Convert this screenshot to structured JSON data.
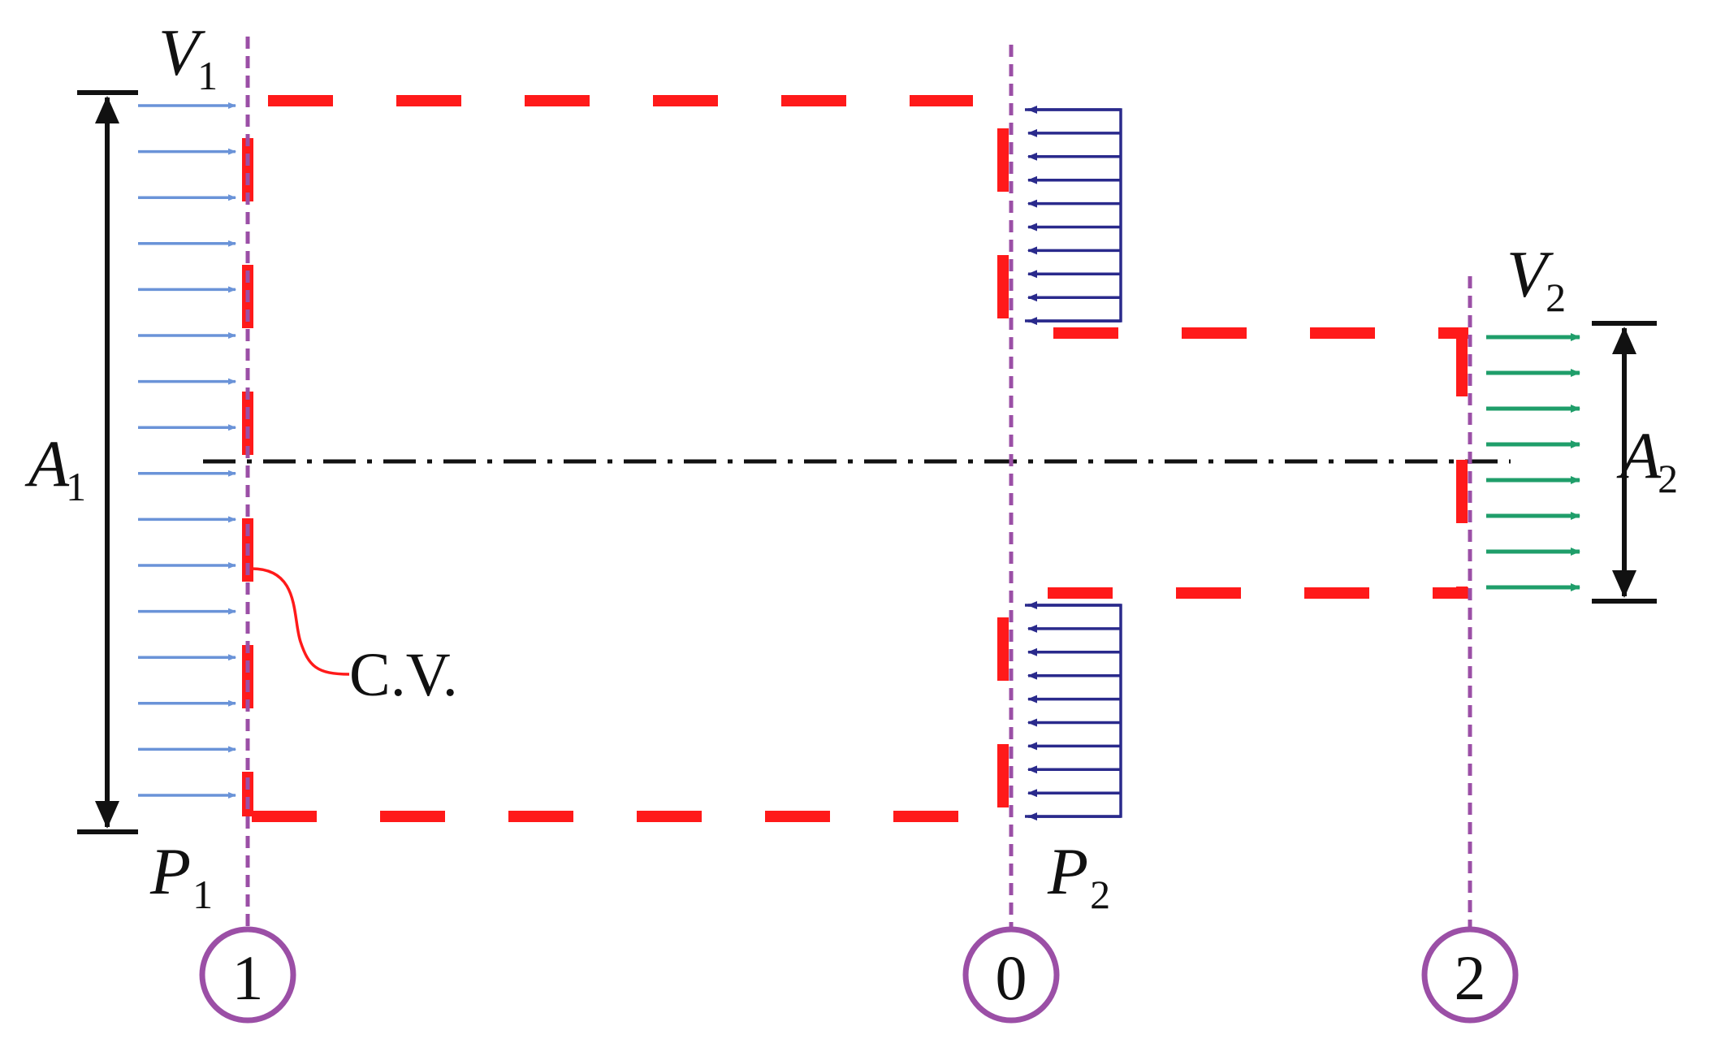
{
  "labels": {
    "v1_main": "V",
    "v1_sub": "1",
    "a1_main": "A",
    "a1_sub": "1",
    "p1_main": "P",
    "p1_sub": "1",
    "p2_main": "P",
    "p2_sub": "2",
    "v2_main": "V",
    "v2_sub": "2",
    "a2_main": "A",
    "a2_sub": "2",
    "control_volume": "C.V."
  },
  "stations": [
    {
      "id": "station-1",
      "label": "1"
    },
    {
      "id": "station-0",
      "label": "0"
    },
    {
      "id": "station-2",
      "label": "2"
    }
  ],
  "colors": {
    "station_line": "#9b4fa6",
    "control_volume": "#ff1a1a",
    "inlet_arrows": "#6a93d8",
    "pressure_arrows": "#2a2a8c",
    "outlet_arrows": "#1f9e6a",
    "dimension": "#111111",
    "centerline": "#111111"
  }
}
